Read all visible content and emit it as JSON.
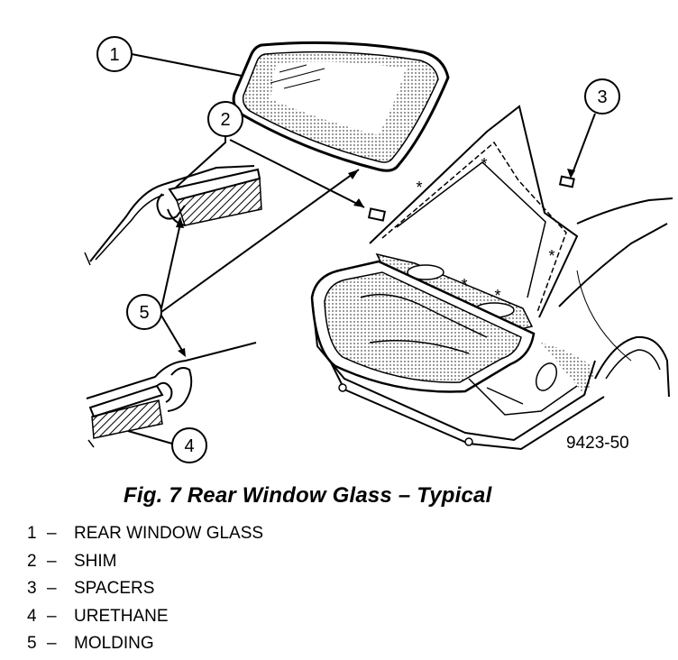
{
  "callouts": [
    "1",
    "2",
    "3",
    "4",
    "5"
  ],
  "figure_code": "9423-50",
  "caption": "Fig. 7 Rear Window Glass – Typical",
  "legend": [
    {
      "num": "1",
      "dash": "–",
      "label": "REAR WINDOW GLASS"
    },
    {
      "num": "2",
      "dash": "–",
      "label": "SHIM"
    },
    {
      "num": "3",
      "dash": "–",
      "label": "SPACERS"
    },
    {
      "num": "4",
      "dash": "–",
      "label": "URETHANE"
    },
    {
      "num": "5",
      "dash": "–",
      "label": "MOLDING"
    }
  ]
}
